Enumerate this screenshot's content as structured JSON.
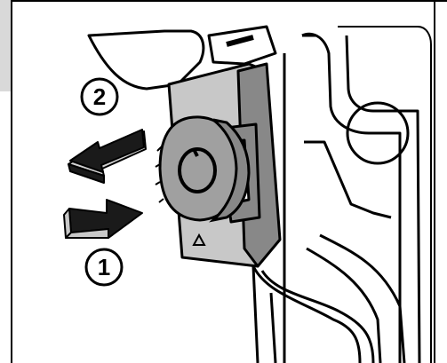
{
  "diagram": {
    "steps": [
      {
        "label": "2",
        "direction": "pull-out"
      },
      {
        "label": "1",
        "direction": "push-in"
      }
    ],
    "dial_marker": "triangle-icon",
    "colors": {
      "line": "#000000",
      "fill_dark": "#888888",
      "fill_light": "#c8c8c8",
      "dial": "#a0a0a0",
      "tab": "#d9d9d9"
    }
  }
}
